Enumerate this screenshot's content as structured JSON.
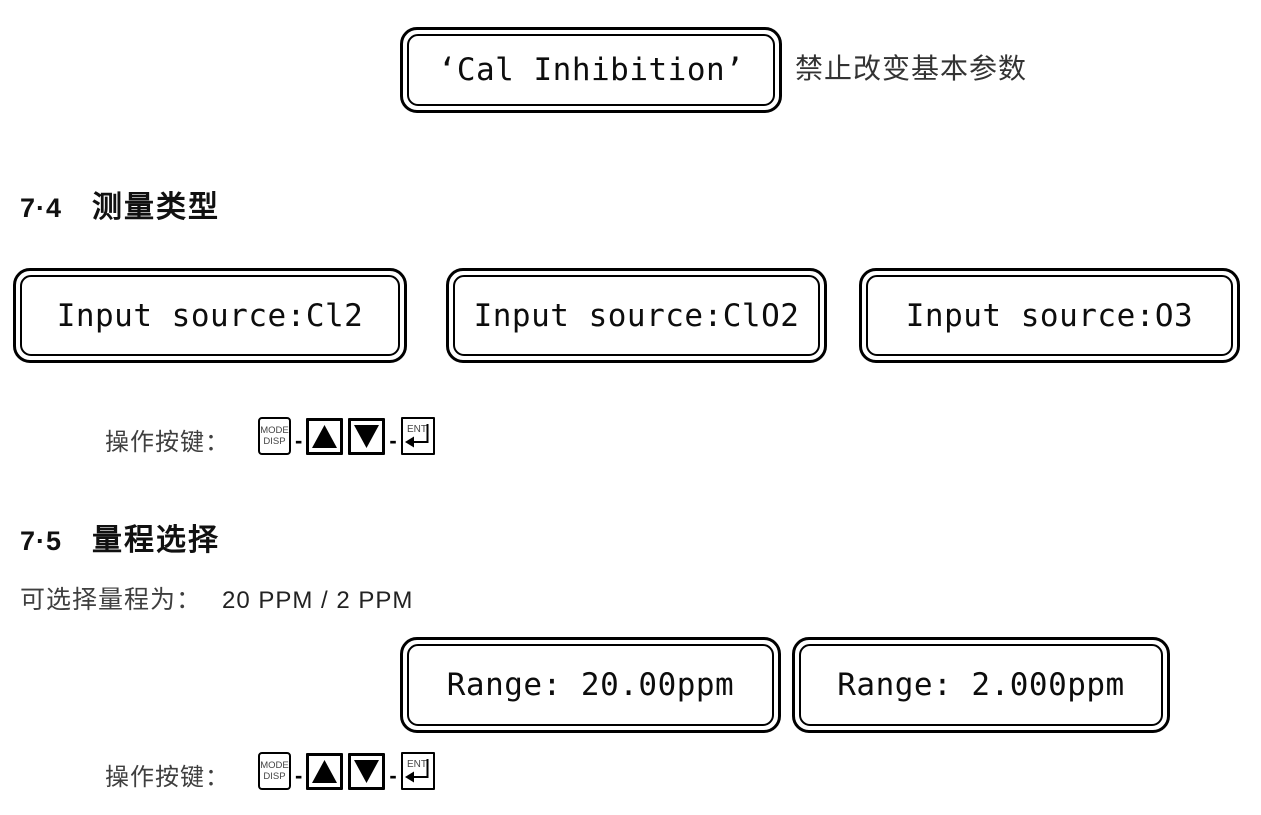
{
  "colors": {
    "border": "#000000",
    "text": "#111111",
    "muted": "#3f3f3f"
  },
  "top_display": {
    "text": "‘Cal Inhibition’",
    "caption": "禁止改变基本参数"
  },
  "section_74": {
    "number": "7·4",
    "title": "测量类型",
    "displays": [
      "Input source:Cl2",
      "Input source:ClO2",
      "Input source:O3"
    ],
    "keys_label": "操作按键："
  },
  "section_75": {
    "number": "7·5",
    "title": "量程选择",
    "note_label": "可选择量程为：",
    "note_value": "20 PPM / 2 PPM",
    "displays": [
      "Range: 20.00ppm",
      "Range: 2.000ppm"
    ],
    "keys_label": "操作按键："
  },
  "keypad": {
    "mode_line1": "MODE",
    "mode_line2": "DISP",
    "ent_label": "ENT",
    "separator": "-"
  }
}
